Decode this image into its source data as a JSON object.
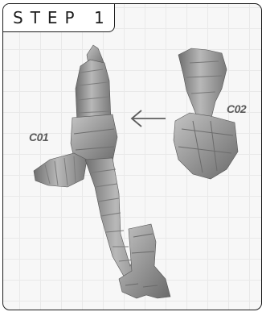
{
  "step": {
    "title": "STEP 1"
  },
  "parts": {
    "c01": {
      "label": "C01"
    },
    "c02": {
      "label": "C02"
    }
  },
  "arrow": {
    "direction": "left"
  },
  "colors": {
    "frame_border": "#1d1d1d",
    "background_grid": "#e9e9e9",
    "model_gray": "#9c9c9c",
    "label_gray": "#595959"
  }
}
